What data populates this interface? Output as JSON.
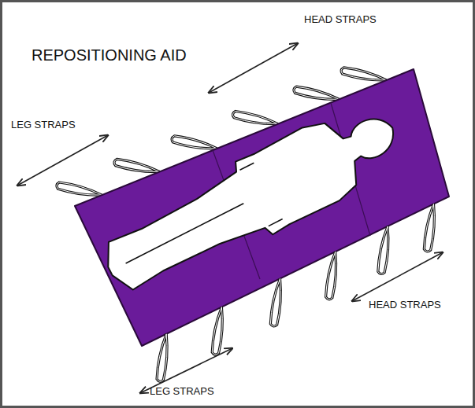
{
  "diagram": {
    "title": "REPOSITIONING AID",
    "labels": [
      "HEAD STRAPS",
      "LEG STRAPS",
      "HEAD STRAPS",
      "LEG STRAPS"
    ]
  }
}
